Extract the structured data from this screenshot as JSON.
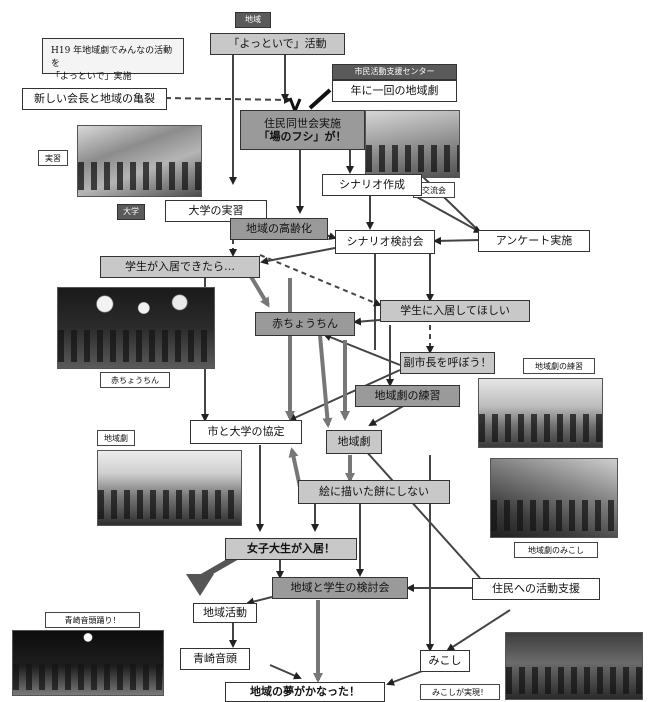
{
  "nodes": {
    "region_tag": "地域",
    "yottaide": "「よっといで」活動",
    "intro_line1": "H19 年地域劇でみんなの活動を",
    "intro_line2": "「よっといで」実施",
    "new_meeting": "新しい会長と地域の亀裂",
    "center_tag": "市民活動支援センター",
    "once_year": "年に一回の地域劇",
    "residents_meeting_line1": "住民同世会実施",
    "residents_meeting_line2": "「場のフシ」が！",
    "university_tag": "大学",
    "university_practice": "大学の実習",
    "scenario_writing": "シナリオ作成",
    "elderly": "地域の高齢化",
    "scenario_review": "シナリオ検討会",
    "survey": "アンケート実施",
    "students_join": "学生が入居できたら…",
    "want_students": "学生に入居してほしい",
    "akachochin": "赤ちょうちん",
    "call_mayor": "副市長を呼ぼう！",
    "drama_practice": "地域劇の練習",
    "city_university": "市と大学の協定",
    "regional_drama": "地域劇",
    "not_pie": "絵に描いた餅にしない",
    "female_students": "女子大生が入居！",
    "joint_meeting": "地域と学生の検討会",
    "activity_support": "住民への活動支援",
    "regional_activity": "地域活動",
    "aoaki_ondo": "青崎音頭",
    "mikoshi": "みこし",
    "dream_true": "地域の夢がかなった！"
  },
  "captions": {
    "practice": "実習",
    "exchange": "交流会",
    "akachochin": "赤ちょうちん",
    "drama_rehearsal": "地域劇の練習",
    "drama": "地域劇",
    "drama_mikoshi": "地域劇のみこし",
    "ondo_contest": "青崎音頭踊り！",
    "mikoshi_done": "みこしが実現！"
  }
}
